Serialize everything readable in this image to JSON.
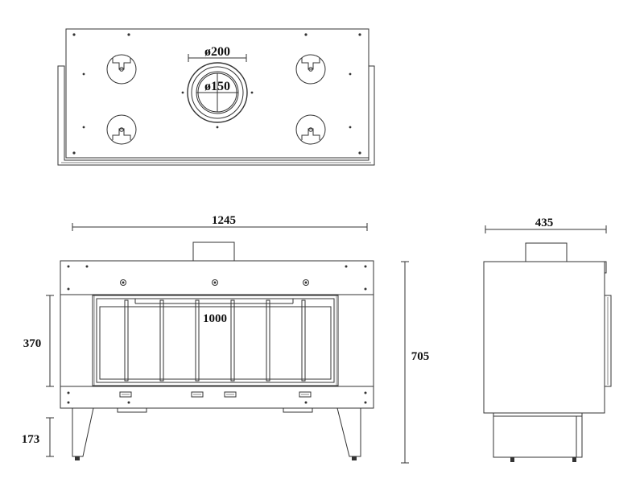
{
  "top_view": {
    "outer_diameter": "ø200",
    "inner_diameter": "ø150"
  },
  "front_view": {
    "width": "1245",
    "glass_width": "1000",
    "glass_height": "370",
    "leg_height": "173",
    "total_height": "705"
  },
  "side_view": {
    "depth": "435"
  }
}
